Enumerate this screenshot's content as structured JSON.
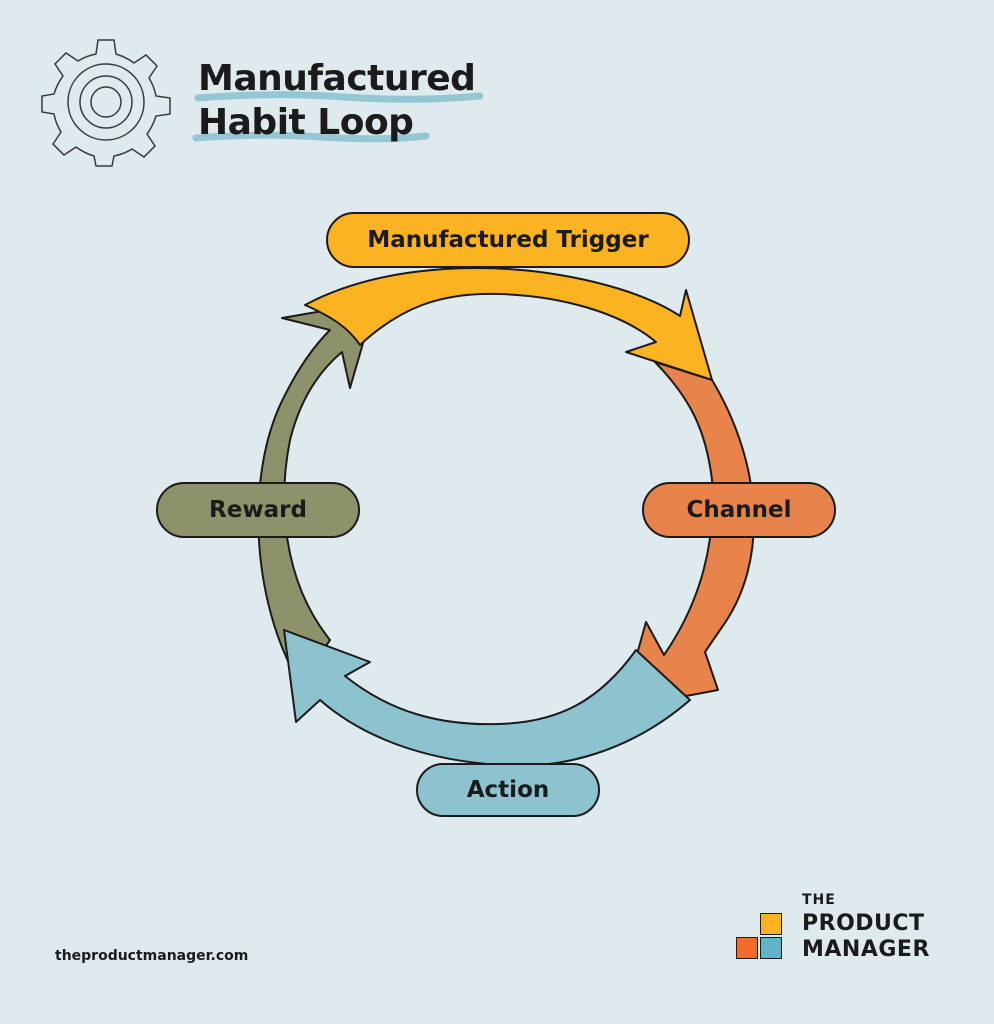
{
  "title": {
    "line1": "Manufactured",
    "line2": "Habit Loop"
  },
  "stages": {
    "trigger": "Manufactured Trigger",
    "channel": "Channel",
    "action": "Action",
    "reward": "Reward"
  },
  "colors": {
    "background": "#deeaee",
    "trigger": "#fbb321",
    "channel": "#e8844b",
    "action": "#8cc3cf",
    "reward": "#8e926a",
    "accent_underline": "#8cc3cf",
    "outline": "#1b1b1b"
  },
  "icons": [
    "gear-icon",
    "brand-logo-icon"
  ],
  "footer": {
    "url": "theproductmanager.com",
    "brand_the": "THE",
    "brand_product": "PRODUCT",
    "brand_manager": "MANAGER"
  }
}
